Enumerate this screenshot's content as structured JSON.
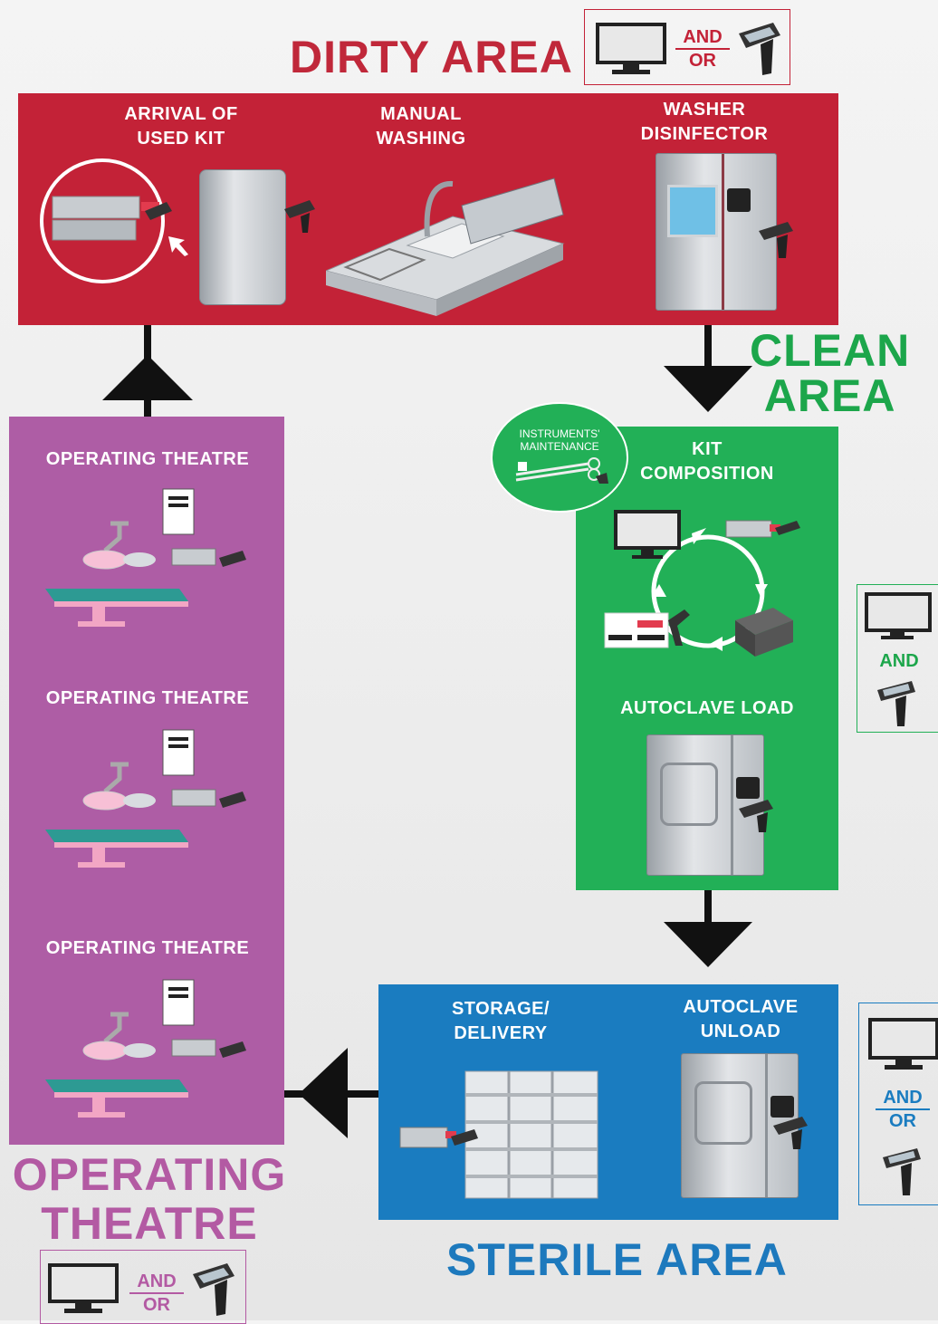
{
  "dirty": {
    "title": "DIRTY AREA",
    "legend": {
      "and": "AND",
      "or": "OR"
    },
    "steps": [
      {
        "line1": "ARRIVAL OF",
        "line2": "USED KIT"
      },
      {
        "line1": "MANUAL",
        "line2": "WASHING"
      },
      {
        "line1": "WASHER",
        "line2": "DISINFECTOR"
      }
    ]
  },
  "clean": {
    "title_line1": "CLEAN",
    "title_line2": "AREA",
    "badge_line1": "INSTRUMENTS'",
    "badge_line2": "MAINTENANCE",
    "kit_line1": "KIT",
    "kit_line2": "COMPOSITION",
    "autoclave_load": "AUTOCLAVE LOAD",
    "legend": {
      "and": "AND"
    }
  },
  "sterile": {
    "title": "STERILE AREA",
    "storage_line1": "STORAGE/",
    "storage_line2": "DELIVERY",
    "unload_line1": "AUTOCLAVE",
    "unload_line2": "UNLOAD",
    "legend": {
      "and": "AND",
      "or": "OR"
    }
  },
  "operating": {
    "title_line1": "OPERATING",
    "title_line2": "THEATRE",
    "rooms": [
      "OPERATING THEATRE",
      "OPERATING THEATRE",
      "OPERATING THEATRE"
    ],
    "legend": {
      "and": "AND",
      "or": "OR"
    }
  },
  "colors": {
    "dirty": "#c32237",
    "clean": "#22b057",
    "sterile": "#1a7cc0",
    "operating": "#ae5da5"
  },
  "icons": [
    "monitor-icon",
    "handheld-scanner-icon",
    "arrow-icon",
    "printer-icon",
    "autoclave-icon",
    "shelf-icon"
  ]
}
